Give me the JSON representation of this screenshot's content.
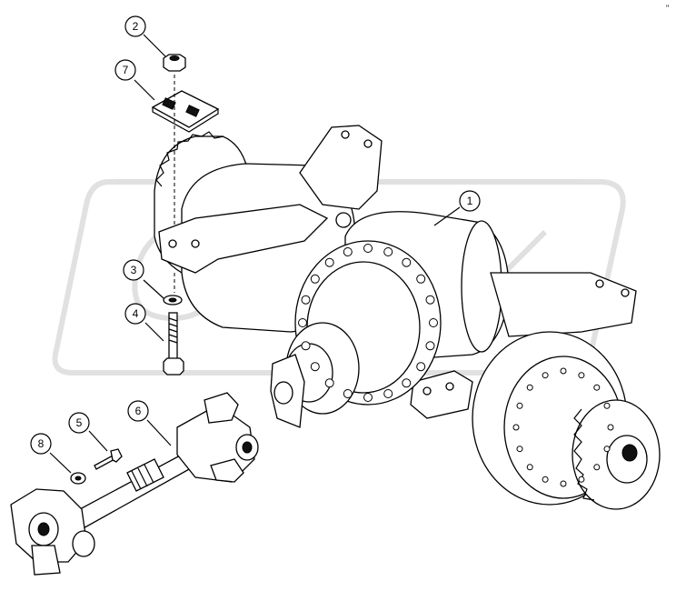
{
  "diagram": {
    "watermark": "OPEX",
    "callouts": [
      {
        "id": "c1",
        "label": "1"
      },
      {
        "id": "c2",
        "label": "2"
      },
      {
        "id": "c3",
        "label": "3"
      },
      {
        "id": "c4",
        "label": "4"
      },
      {
        "id": "c5",
        "label": "5"
      },
      {
        "id": "c6",
        "label": "6"
      },
      {
        "id": "c7",
        "label": "7"
      },
      {
        "id": "c8",
        "label": "8"
      }
    ]
  }
}
